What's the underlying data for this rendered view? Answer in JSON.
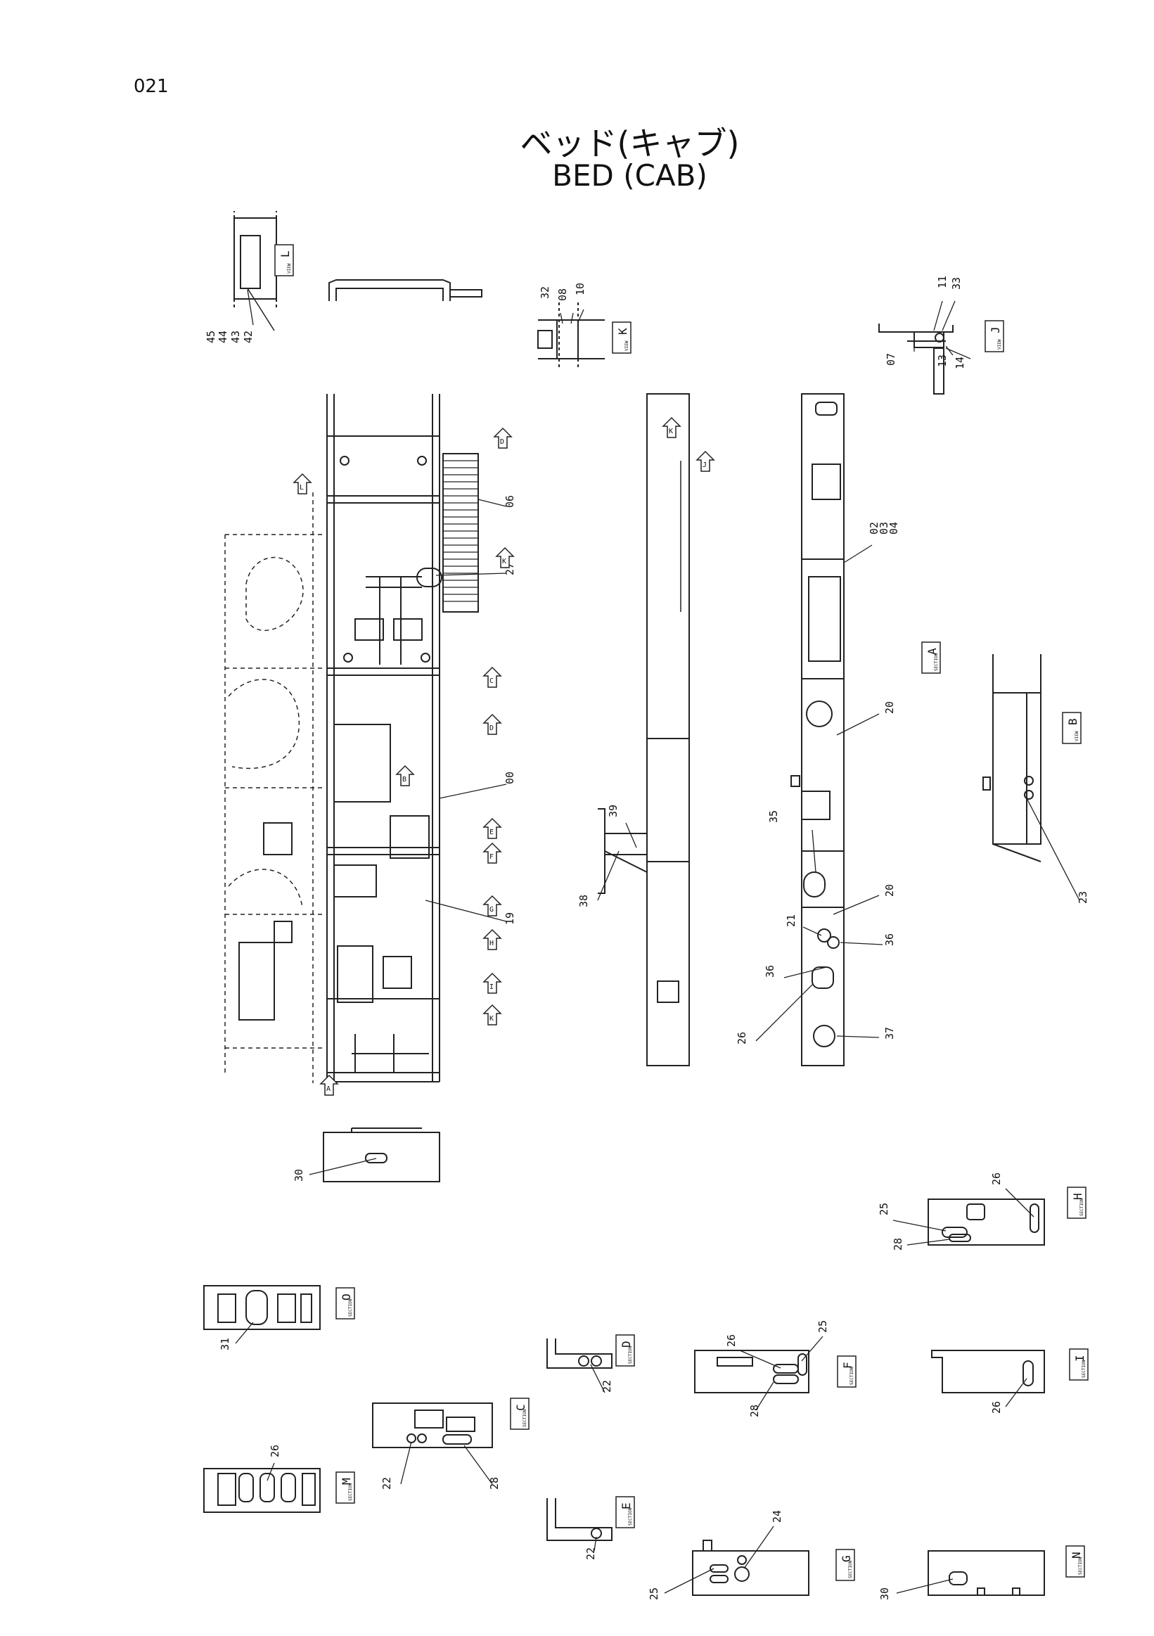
{
  "page_number": "021",
  "title_jp": "ベッド(キャブ)",
  "title_en": "BED (CAB)",
  "callouts": [
    {
      "id": "c45",
      "text": "45"
    },
    {
      "id": "c44",
      "text": "44"
    },
    {
      "id": "c43",
      "text": "43"
    },
    {
      "id": "c42",
      "text": "42"
    },
    {
      "id": "c32",
      "text": "32"
    },
    {
      "id": "c08a",
      "text": "08"
    },
    {
      "id": "c10",
      "text": "10"
    },
    {
      "id": "c11",
      "text": "11"
    },
    {
      "id": "c33",
      "text": "33"
    },
    {
      "id": "c07",
      "text": "07"
    },
    {
      "id": "c13",
      "text": "13"
    },
    {
      "id": "c14",
      "text": "14"
    },
    {
      "id": "c06",
      "text": "06"
    },
    {
      "id": "c27",
      "text": "27"
    },
    {
      "id": "c00",
      "text": "00"
    },
    {
      "id": "c19",
      "text": "19"
    },
    {
      "id": "c02",
      "text": "02"
    },
    {
      "id": "c03",
      "text": "03"
    },
    {
      "id": "c04",
      "text": "04"
    },
    {
      "id": "c20a",
      "text": "20"
    },
    {
      "id": "c35",
      "text": "35"
    },
    {
      "id": "c20b",
      "text": "20"
    },
    {
      "id": "c21",
      "text": "21"
    },
    {
      "id": "c36a",
      "text": "36"
    },
    {
      "id": "c36b",
      "text": "36"
    },
    {
      "id": "c26a",
      "text": "26"
    },
    {
      "id": "c37",
      "text": "37"
    },
    {
      "id": "c39",
      "text": "39"
    },
    {
      "id": "c38",
      "text": "38"
    },
    {
      "id": "c23",
      "text": "23"
    },
    {
      "id": "c30a",
      "text": "30"
    },
    {
      "id": "c26b",
      "text": "26"
    },
    {
      "id": "c25a",
      "text": "25"
    },
    {
      "id": "c28a",
      "text": "28"
    },
    {
      "id": "c31",
      "text": "31"
    },
    {
      "id": "c22a",
      "text": "22"
    },
    {
      "id": "c26c",
      "text": "26"
    },
    {
      "id": "c25b",
      "text": "25"
    },
    {
      "id": "c28b",
      "text": "28"
    },
    {
      "id": "c26d",
      "text": "26"
    },
    {
      "id": "c22b",
      "text": "22"
    },
    {
      "id": "c28c",
      "text": "28"
    },
    {
      "id": "c26e",
      "text": "26"
    },
    {
      "id": "c22c",
      "text": "22"
    },
    {
      "id": "c24",
      "text": "24"
    },
    {
      "id": "c25c",
      "text": "25"
    },
    {
      "id": "c30b",
      "text": "30"
    }
  ],
  "view_tags": [
    {
      "id": "vL",
      "letter": "L",
      "kind": "VIEW"
    },
    {
      "id": "vK",
      "letter": "K",
      "kind": "VIEW"
    },
    {
      "id": "vJ",
      "letter": "J",
      "kind": "VIEW"
    },
    {
      "id": "vA",
      "letter": "A",
      "kind": "SECTION"
    },
    {
      "id": "vB",
      "letter": "B",
      "kind": "VIEW"
    },
    {
      "id": "vH",
      "letter": "H",
      "kind": "SECTION"
    },
    {
      "id": "vO",
      "letter": "O",
      "kind": "SECTION"
    },
    {
      "id": "vD",
      "letter": "D",
      "kind": "SECTION"
    },
    {
      "id": "vF",
      "letter": "F",
      "kind": "SECTION"
    },
    {
      "id": "vI",
      "letter": "I",
      "kind": "SECTION"
    },
    {
      "id": "vC",
      "letter": "C",
      "kind": "SECTION"
    },
    {
      "id": "vM",
      "letter": "M",
      "kind": "SECTION"
    },
    {
      "id": "vE",
      "letter": "E",
      "kind": "SECTION"
    },
    {
      "id": "vG",
      "letter": "G",
      "kind": "SECTION"
    },
    {
      "id": "vN",
      "letter": "N",
      "kind": "SECTION"
    }
  ],
  "arrow_markers": [
    {
      "id": "aD1",
      "letter": "D"
    },
    {
      "id": "aJ",
      "letter": "J"
    },
    {
      "id": "aK1",
      "letter": "K"
    },
    {
      "id": "aC",
      "letter": "C"
    },
    {
      "id": "aD2",
      "letter": "D"
    },
    {
      "id": "aB",
      "letter": "B"
    },
    {
      "id": "aE",
      "letter": "E"
    },
    {
      "id": "aF",
      "letter": "F"
    },
    {
      "id": "aG",
      "letter": "G"
    },
    {
      "id": "aH",
      "letter": "H"
    },
    {
      "id": "aI",
      "letter": "I"
    },
    {
      "id": "aK2",
      "letter": "K"
    },
    {
      "id": "aA",
      "letter": "A"
    },
    {
      "id": "aK3",
      "letter": "K"
    },
    {
      "id": "aL",
      "letter": "L"
    }
  ]
}
